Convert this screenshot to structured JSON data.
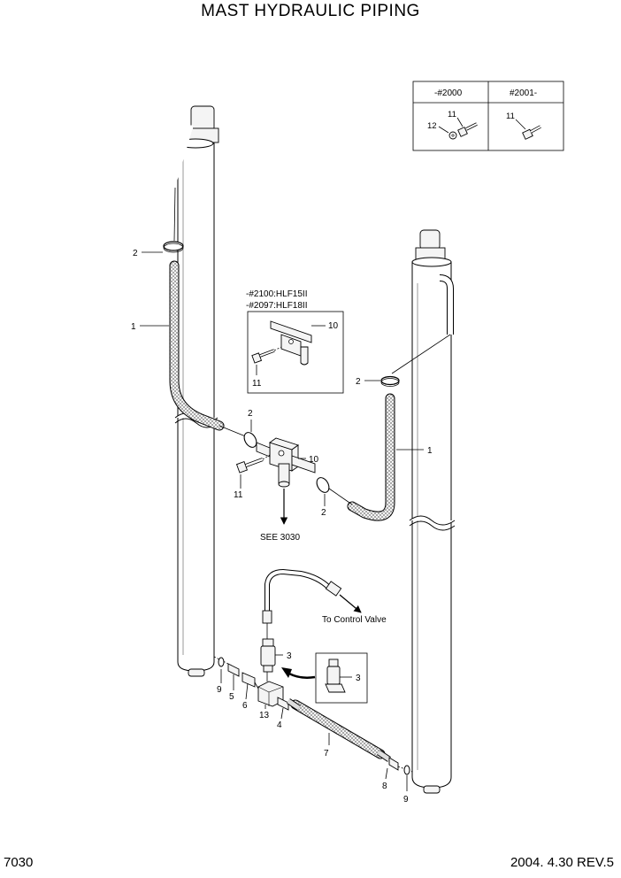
{
  "header": {
    "title": "MAST HYDRAULIC PIPING"
  },
  "footer": {
    "page_number": "7030",
    "revision": "2004. 4.30 REV.5"
  },
  "variant_table": {
    "col1_header": "-#2000",
    "col2_header": "#2001-",
    "col1_labels": [
      "11",
      "12"
    ],
    "col2_labels": [
      "11"
    ]
  },
  "inset": {
    "caption_line1": "-#2100:HLF15II",
    "caption_line2": "-#2097:HLF18II",
    "labels": [
      "10",
      "11"
    ]
  },
  "callouts": {
    "hose_left": "1",
    "clamp_left_top": "2",
    "clamp_left_mid": "2",
    "clamp_mid_bottom": "2",
    "clamp_right_top": "2",
    "hose_right": "1",
    "tee_main": "10",
    "bolt_main": "11",
    "valve": "3",
    "valve_detail": "3",
    "fitting_4": "4",
    "fitting_5": "5",
    "fitting_6": "6",
    "pipe_7": "7",
    "fitting_8": "8",
    "oring_left": "9",
    "oring_right": "9",
    "block_13": "13"
  },
  "notes": {
    "see_ref": "SEE 3030",
    "to_control_valve": "To Control Valve"
  }
}
